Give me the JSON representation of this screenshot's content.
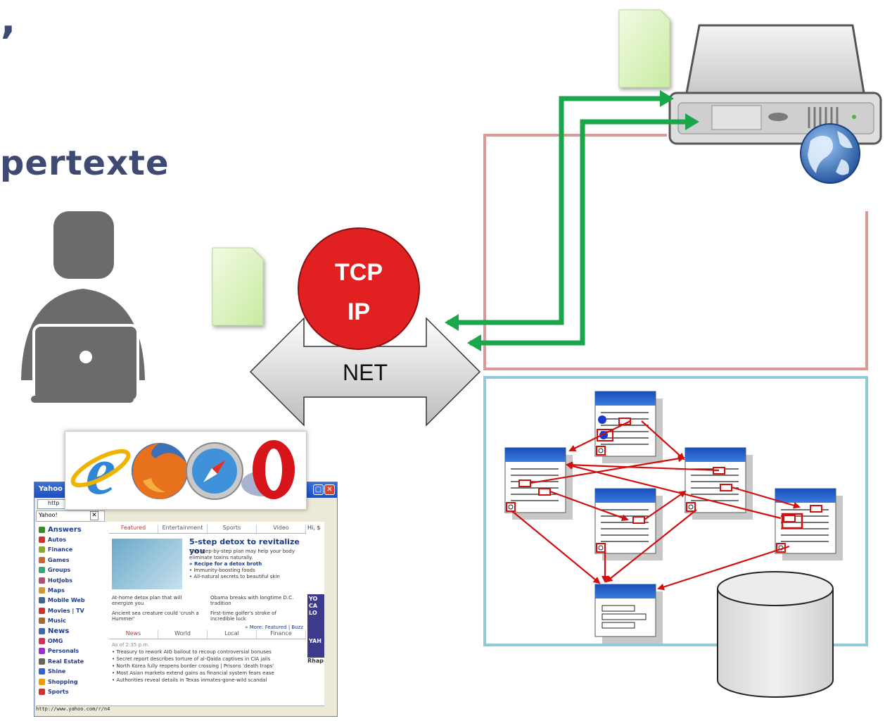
{
  "title": {
    "comma": "’",
    "main": "pertexte"
  },
  "protocol": {
    "line1": "TCP",
    "line2": "IP"
  },
  "network": {
    "label": "NET"
  },
  "browser": {
    "window_title": "Yahoo",
    "address": "http",
    "tab_label": "Yahoo!",
    "tab_close": "✕",
    "sidebar": [
      "Answers",
      "Autos",
      "Finance",
      "Games",
      "Groups",
      "HotJobs",
      "Maps",
      "Mobile Web",
      "Movies | TV",
      "Music",
      "News",
      "OMG",
      "Personals",
      "Real Estate",
      "Shine",
      "Shopping",
      "Sports"
    ],
    "tabs": [
      "Featured",
      "Entertainment",
      "Sports",
      "Video"
    ],
    "headline": "5-step detox to revitalize you",
    "body": "This step-by-step plan may help your body eliminate toxins naturally.",
    "bullet1": "» Recipe for a detox broth",
    "bullet2": "• Immunity-boosting foods",
    "bullet3": "• All-natural secrets to beautiful skin",
    "mini1": "At-home detox plan that will energize you",
    "mini2": "Obama breaks with longtime D.C. tradition",
    "mini3": "Ancient sea creature could 'crush a Hummer'",
    "mini4": "First-time golfer's stroke of incredible luck",
    "more": "» More: Featured | Buzz",
    "news_tabs": [
      "News",
      "World",
      "Local",
      "Finance"
    ],
    "news_time": "As of 2:35 p.m.",
    "news": [
      "• Treasury to rework AIG bailout to recoup controversial bonuses",
      "• Secret report describes torture of al-Qaida captives in CIA jails",
      "• North Korea fully reopens border crossing | Prisons 'death traps'",
      "• Most Asian markets extend gains as financial system fears ease",
      "• Authorities reveal details in Texas inmates-gone-wild scandal"
    ],
    "right_text": "Hi, $",
    "right_y1": "YO",
    "right_y2": "CA",
    "right_y3": "LO",
    "right_y4": "YAH",
    "right_y5": "Rhap",
    "status": "http://www.yahoo.com/r/n4"
  },
  "colors": {
    "accent_red": "#e02020",
    "arrow_green": "#1aa64a",
    "server_box": "#d89a98",
    "web_box": "#92c9d8",
    "title": "#3e4a72",
    "link_red": "#d10f0f"
  },
  "icons": [
    "user-laptop-icon",
    "document-icon",
    "server-icon",
    "globe-icon",
    "ie-icon",
    "firefox-icon",
    "safari-icon",
    "opera-icon",
    "database-icon",
    "web-page-icon"
  ]
}
